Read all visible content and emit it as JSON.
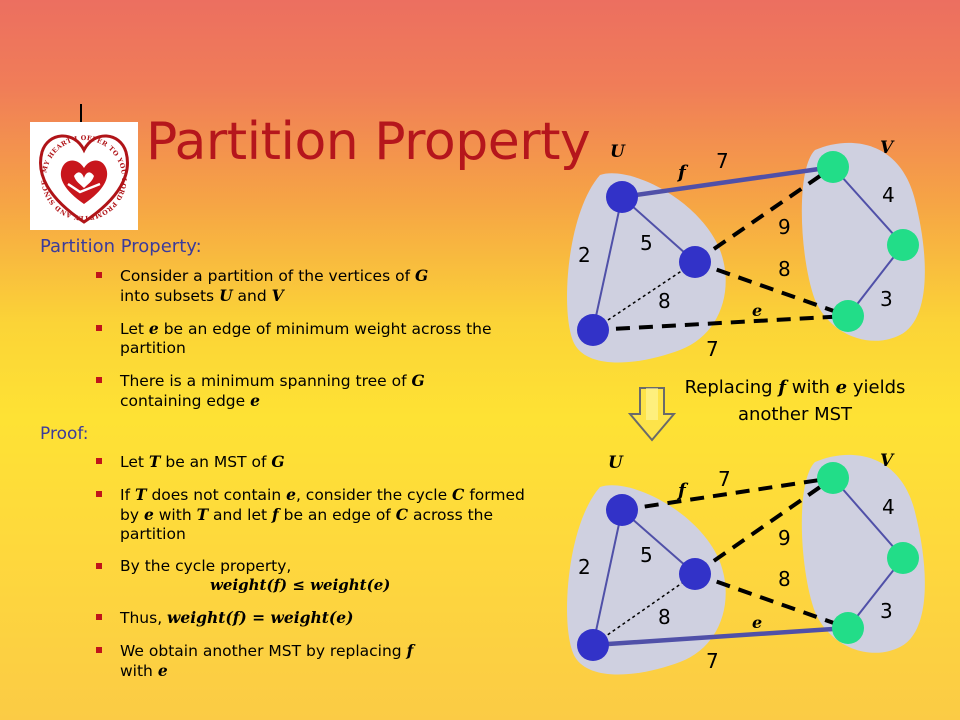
{
  "slide": {
    "title": "Partition Property",
    "logo_text": "MY HEART I OFFER TO YOU LORD PROMPTLY AND SINCERELY",
    "main_label": "Partition Property:",
    "bullets": [
      [
        "Consider a partition of the vertices of ",
        "G",
        " into subsets ",
        "U",
        " and ",
        "V"
      ],
      [
        "Let ",
        "e",
        " be an edge of minimum weight across the partition"
      ],
      [
        "There is a minimum spanning tree of ",
        "G",
        " containing edge ",
        "e"
      ]
    ],
    "proof_label": "Proof:",
    "proof_bullets": [
      [
        "Let ",
        "T",
        " be an MST of ",
        "G"
      ],
      [
        "If ",
        "T",
        " does not contain ",
        "e",
        ", consider the cycle ",
        "C",
        " formed by ",
        "e",
        " with ",
        "T",
        " and let ",
        "f",
        " be an edge of ",
        "C",
        " across the partition"
      ],
      [
        "By the cycle property,"
      ],
      [
        "Thus, "
      ],
      [
        "We obtain another MST by replacing ",
        "f",
        " with ",
        "e"
      ]
    ],
    "formula_cycle": "weight(f) ≤ weight(e)",
    "formula_thus": "weight(f) = weight(e)",
    "caption_parts": [
      "Replacing ",
      "f",
      " with ",
      "e",
      " yields another MST"
    ]
  },
  "diagram": {
    "set_labels": [
      "U",
      "V"
    ],
    "edge_labels": {
      "f": "f",
      "e": "e"
    },
    "weights_top": {
      "f_edge": "7",
      "e_edge": "7",
      "left_vertical": "2",
      "upper_diag": "5",
      "dotted_inner": "8",
      "cross_mid": "9",
      "cross_lower": "8",
      "right_upper": "4",
      "right_lower": "3"
    },
    "weights_bottom": {
      "f_edge": "7",
      "e_edge": "7",
      "left_vertical": "2",
      "upper_diag": "5",
      "dotted_inner": "8",
      "cross_mid": "9",
      "cross_lower": "8",
      "right_upper": "4",
      "right_lower": "3"
    },
    "colors": {
      "u_vertex": "#3232c8",
      "v_vertex": "#22dd88",
      "tree_edge": "#5050a8",
      "region": "#cfd0e0"
    }
  }
}
